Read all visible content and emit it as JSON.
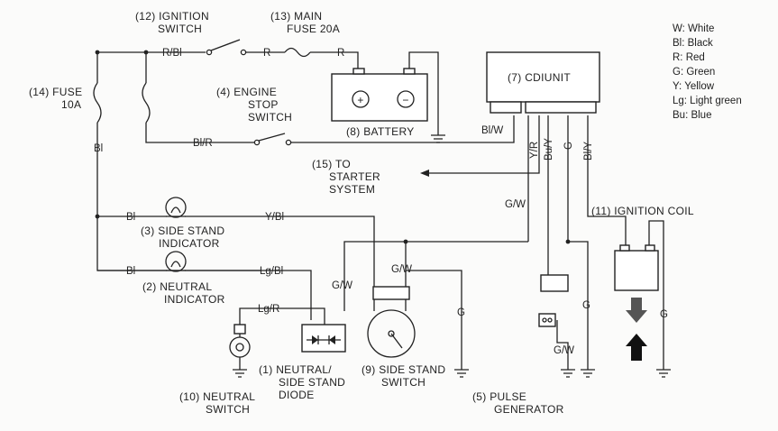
{
  "components": {
    "ignition_switch": [
      "(12) IGNITION",
      "SWITCH"
    ],
    "main_fuse": [
      "(13) MAIN",
      "FUSE 20A"
    ],
    "fuse": [
      "(14) FUSE",
      "10A"
    ],
    "engine_stop_switch": [
      "(4) ENGINE",
      "STOP",
      "SWITCH"
    ],
    "battery": "(8) BATTERY",
    "cdi_unit": "(7) CDIUNIT",
    "starter_system": [
      "(15) TO",
      "STARTER",
      "SYSTEM"
    ],
    "side_stand_indicator": [
      "(3) SIDE STAND",
      "INDICATOR"
    ],
    "neutral_indicator": [
      "(2) NEUTRAL",
      "INDICATOR"
    ],
    "ignition_coil": "(11) IGNITION COIL",
    "diode": [
      "(1) NEUTRAL/",
      "SIDE STAND",
      "DIODE"
    ],
    "side_stand_switch": [
      "(9) SIDE STAND",
      "SWITCH"
    ],
    "neutral_switch": [
      "(10) NEUTRAL",
      "SWITCH"
    ],
    "pulse_generator": [
      "(5) PULSE",
      "GENERATOR"
    ]
  },
  "wires": {
    "rbl_top": "R/Bl",
    "r1": "R",
    "r2": "R",
    "bl_fuse": "Bl",
    "bl_r": "Bl/R",
    "bl_w": "Bl/W",
    "y_r": "Y/R",
    "bu_y": "Bu/Y",
    "g_cdi": "G",
    "bl_y": "Bl/Y",
    "g_w_mid": "G/W",
    "bl_side": "Bl",
    "y_bl": "Y/Bl",
    "bl_neutral": "Bl",
    "lg_bl": "Lg/Bl",
    "lg_r": "Lg/R",
    "g_w_left": "G/W",
    "g_w_ss": "G/W",
    "g_ss": "G",
    "g_pulse": "G",
    "g_w_pulse": "G/W",
    "g_coil": "G"
  },
  "legend": [
    "W:  White",
    "Bl:  Black",
    "R:  Red",
    "G:  Green",
    "Y:  Yellow",
    "Lg:  Light green",
    "Bu:  Blue"
  ],
  "battery_symbols": {
    "plus": "+",
    "minus": "−"
  }
}
